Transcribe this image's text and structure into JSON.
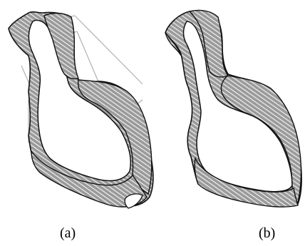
{
  "panels": [
    {
      "id": "a",
      "caption": "(a)"
    },
    {
      "id": "b",
      "caption": "(b)"
    }
  ],
  "colors": {
    "surface": "#9a9a9a",
    "outline": "#111111",
    "hatch": "#f2f2f2",
    "wire": "#b0b0b0"
  }
}
